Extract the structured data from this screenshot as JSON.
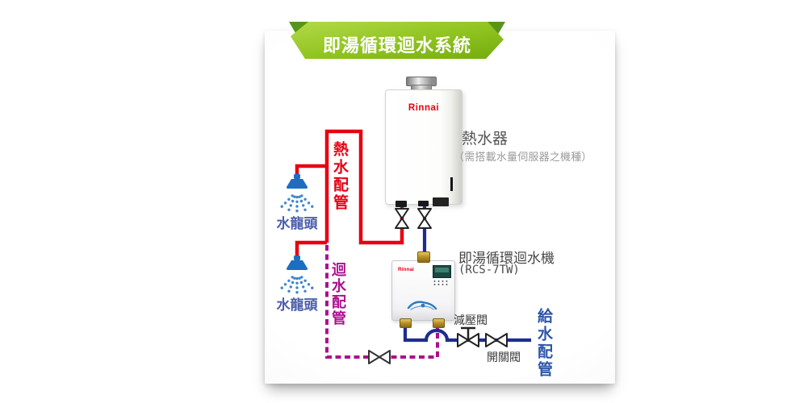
{
  "banner": {
    "title": "即湯循環迴水系統",
    "color": "#8fc31f"
  },
  "heater": {
    "brand": "Rinnai",
    "name": "熱水器",
    "note": "（需搭載水量伺服器之機種）"
  },
  "pump": {
    "brand": "Rinnai",
    "name": "即湯循環迴水機",
    "model": "(RCS-7TW)"
  },
  "pipes": {
    "hot": {
      "label": "熱水配管",
      "color": "#e60012",
      "style": "solid"
    },
    "return": {
      "label": "迴水配管",
      "color": "#ad0f8f",
      "style": "dashed"
    },
    "supply": {
      "label": "給水配管",
      "color": "#1e2d8f",
      "style": "solid"
    }
  },
  "faucet": {
    "label": "水龍頭"
  },
  "valves": {
    "pressure": "減壓閥",
    "switch": "開關閥"
  }
}
